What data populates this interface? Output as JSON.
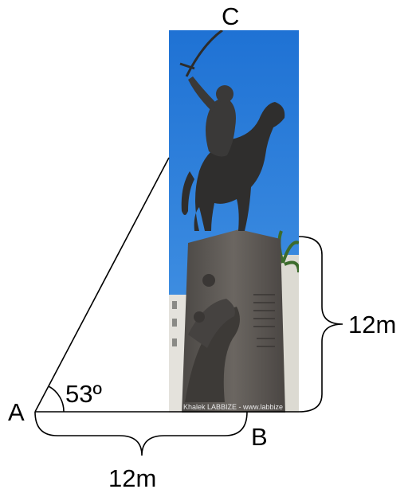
{
  "labels": {
    "point_c": "C",
    "point_a": "A",
    "point_b": "B",
    "angle": "53º",
    "right_length": "12m",
    "bottom_length": "12m"
  },
  "photo": {
    "subject": "equestrian statue on tall stone pedestal against blue sky",
    "watermark": "Khalek LABBIZE - www.labbize"
  },
  "colors": {
    "sky": "#2a7fd8",
    "statue": "#3a3a3a",
    "pedestal": "#5e5a56",
    "line": "#000000"
  }
}
